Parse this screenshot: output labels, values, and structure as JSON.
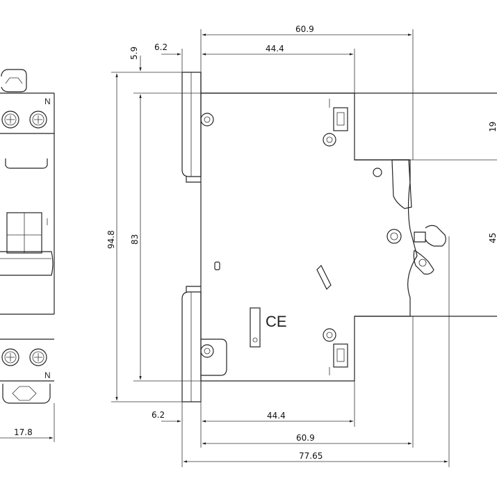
{
  "dimensions": {
    "top_60_9": "60.9",
    "top_44_4": "44.4",
    "top_6_2": "6.2",
    "left_5_9": "5.9",
    "left_94_8": "94.8",
    "left_83": "83",
    "right_19": "19",
    "right_45": "45",
    "bottom_6_2": "6.2",
    "bottom_44_4": "44.4",
    "bottom_60_9": "60.9",
    "bottom_77_65": "77.65",
    "front_17_8": "17.8"
  },
  "markings": {
    "terminal_top": "N",
    "terminal_bottom": "N",
    "ce_mark": "CE"
  }
}
